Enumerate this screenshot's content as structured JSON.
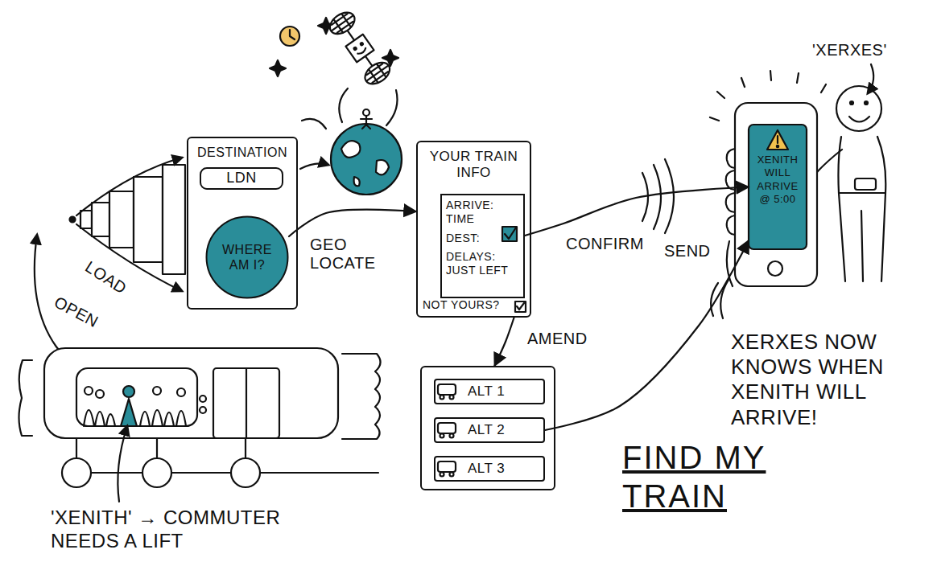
{
  "diagram": {
    "title": "FIND MY TRAIN",
    "nodes": [
      {
        "text": [
          "DESTINATION"
        ]
      },
      {
        "text": [
          "LDN"
        ],
        "in": 0
      },
      {
        "text": [
          "WHERE AM I?"
        ],
        "in": 0
      },
      {
        "text": [
          "YOUR TRAIN INFO",
          "NOT YOURS?"
        ]
      },
      {
        "text": [
          "ARRIVE: TIME",
          "DEST:",
          "DELAYS: JUST LEFT"
        ],
        "in": 3
      },
      {
        "text": []
      },
      {
        "text": [
          "ALT 1"
        ],
        "in": 5
      },
      {
        "text": [
          "ALT 2"
        ],
        "in": 5
      },
      {
        "text": [
          "ALT 3"
        ],
        "in": 5
      },
      {
        "text": [
          "XENITH WILL ARRIVE @ 5:00"
        ]
      }
    ],
    "edges": [
      {
        "from": 2,
        "to": 3,
        "label": "GEO LOCATE",
        "arrow": "to"
      },
      {
        "from": 4,
        "to": 9,
        "label": "CONFIRM",
        "arrow": "to"
      },
      {
        "from": 3,
        "to": 5,
        "label": "AMEND",
        "arrow": "to"
      },
      {
        "from": 7,
        "to": 9,
        "arrow": "to"
      }
    ],
    "labels": [
      "LOAD",
      "OPEN",
      "SEND",
      "'XERXES'",
      "XERXES NOW KNOWS WHEN XENITH WILL ARRIVE!",
      "'XENITH' → COMMUTER NEEDS A LIFT"
    ]
  }
}
